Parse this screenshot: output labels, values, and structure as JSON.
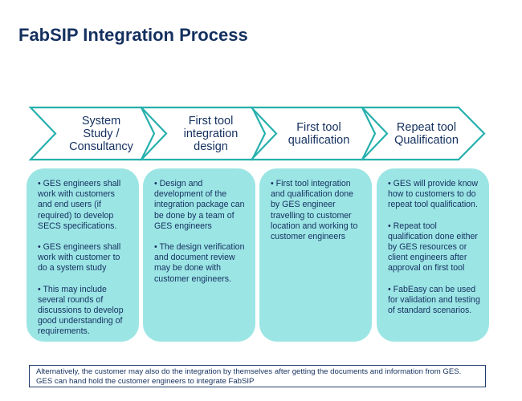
{
  "title": "FabSIP Integration Process",
  "colors": {
    "title": "#14305f",
    "chevron_stroke": "#26b0ad",
    "box_fill": "#9ce5e5",
    "text": "#14305f",
    "note_border": "#1f3c6e"
  },
  "steps": [
    {
      "label_lines": [
        "System",
        "Study /",
        "Consultancy"
      ],
      "bullets": [
        "• GES engineers shall work with customers and end users (if required) to develop SECS specifications.",
        "• GES engineers shall work with customer to do a system study",
        "• This may include several rounds of discussions to develop good understanding of requirements."
      ]
    },
    {
      "label_lines": [
        "First tool",
        "integration",
        "design"
      ],
      "bullets": [
        "•  Design and development of the integration package can be done by a team of GES engineers",
        "•  The design verification and document review may be done with customer engineers."
      ]
    },
    {
      "label_lines": [
        "First tool",
        "qualification"
      ],
      "bullets": [
        "•  First tool integration and qualification done by GES engineer travelling to customer location and working to customer engineers"
      ]
    },
    {
      "label_lines": [
        "Repeat tool",
        "Qualification"
      ],
      "bullets": [
        "•  GES will provide know how to customers to do repeat tool qualification.",
        "• Repeat tool qualification done either by GES resources or client engineers after approval on first tool",
        "• FabEasy can be used for validation and testing of standard scenarios."
      ]
    }
  ],
  "note": {
    "line1": "Alternatively, the customer may also do the integration by themselves after getting the documents and information from GES.",
    "line2": "GES can hand hold the customer engineers to integrate FabSIP"
  }
}
